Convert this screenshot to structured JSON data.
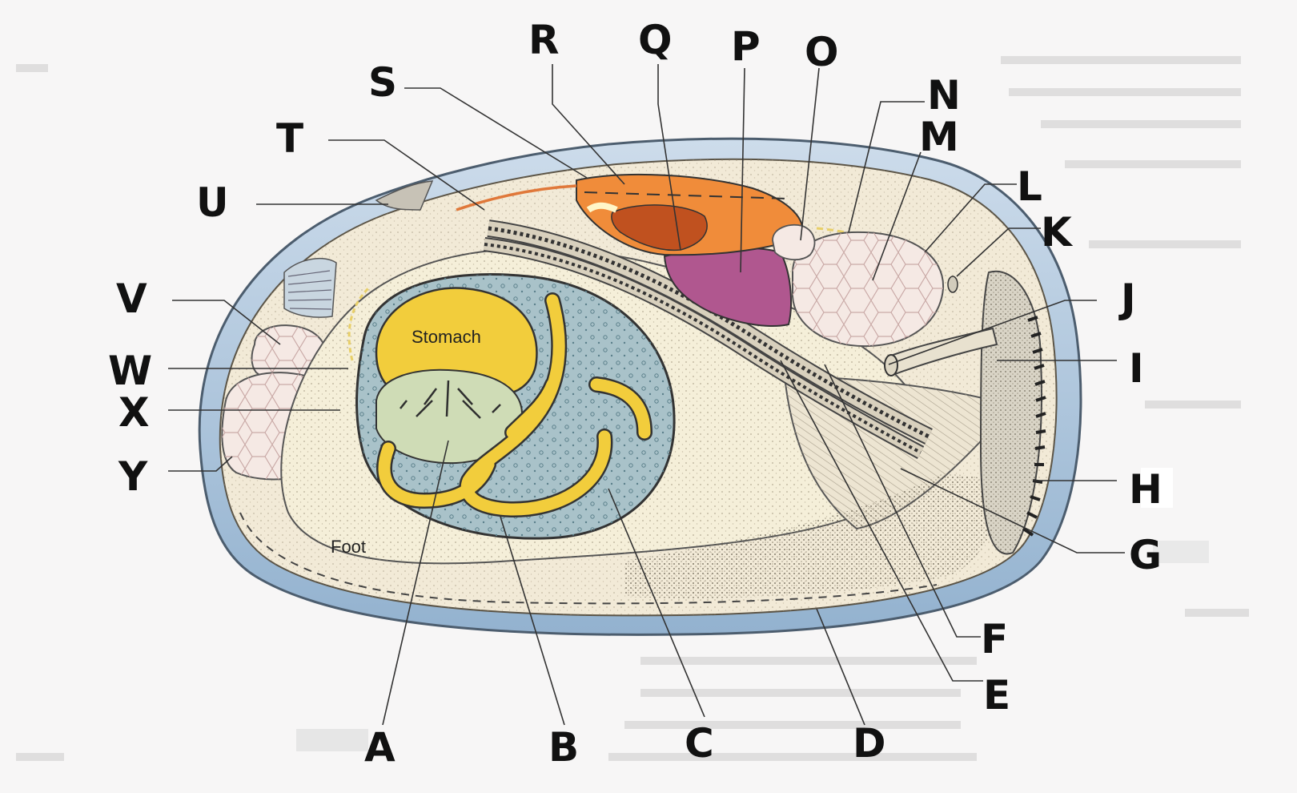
{
  "organ_labels": {
    "stomach": "Stomach",
    "foot": "Foot"
  },
  "letters": {
    "A": "A",
    "B": "B",
    "C": "C",
    "D": "D",
    "E": "E",
    "F": "F",
    "G": "G",
    "H": "H",
    "I": "I",
    "J": "J",
    "K": "K",
    "L": "L",
    "M": "M",
    "N": "N",
    "O": "O",
    "P": "P",
    "Q": "Q",
    "R": "R",
    "S": "S",
    "T": "T",
    "U": "U",
    "V": "V",
    "W": "W",
    "X": "X",
    "Y": "Y"
  },
  "colors": {
    "shell_blue": "#aac3db",
    "mantle_cream": "#f1e9d4",
    "stomach_yellow": "#f2cd3c",
    "digestive_gland_green": "#cfdcb6",
    "gonad_blue": "#a9c2c9",
    "heart_orange": "#f08c3a",
    "kidney_magenta": "#b0578f",
    "muscle_pink": "#f4e6e0"
  }
}
